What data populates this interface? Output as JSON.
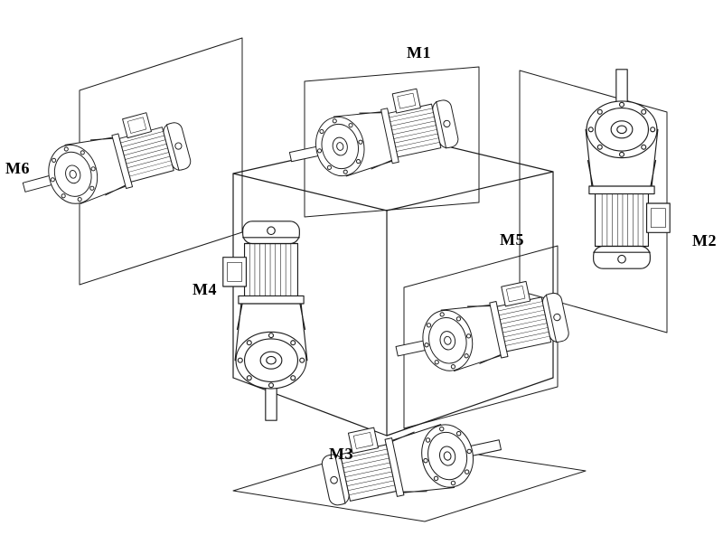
{
  "figure": {
    "background": "#ffffff",
    "line_color": "#1c1c1c",
    "label_color": "#000000"
  },
  "labels": {
    "m1": "M1",
    "m2": "M2",
    "m3": "M3",
    "m4": "M4",
    "m5": "M5",
    "m6": "M6"
  },
  "illustrations": {
    "m1": "gearmotor-horizontal-shaft-left",
    "m2": "gearmotor-vertical-shaft-up",
    "m3": "gearmotor-horizontal-shaft-right",
    "m4": "gearmotor-vertical-shaft-down",
    "m5": "gearmotor-horizontal-shaft-left",
    "m6": "gearmotor-horizontal-shaft-left"
  }
}
